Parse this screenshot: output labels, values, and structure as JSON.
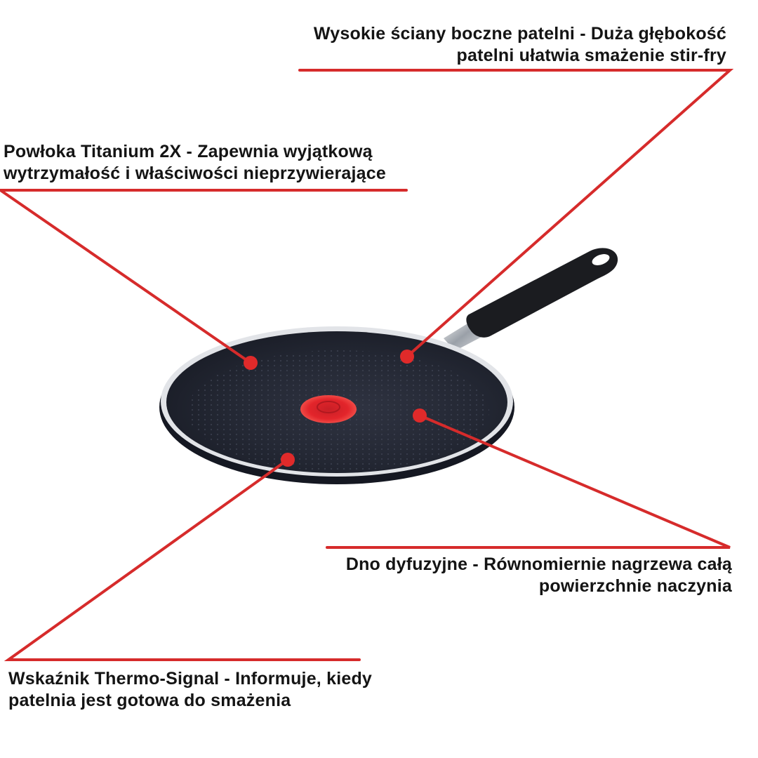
{
  "colors": {
    "leader_line": "#d62b2b",
    "pan_body": "#1d2230",
    "pan_rim": "#e2e4e8",
    "thermo_spot": "#e3252b",
    "handle": "#1b1c20",
    "text": "#141414"
  },
  "callouts": {
    "walls": {
      "line1": "Wysokie ściany boczne patelni - Duża głębokość",
      "line2": "patelni ułatwia smażenie stir-fry"
    },
    "coating": {
      "line1": "Powłoka Titanium 2X - Zapewnia wyjątkową",
      "line2": "wytrzymałość i właściwości nieprzywierające"
    },
    "base": {
      "line1": "Dno dyfuzyjne - Równomiernie nagrzewa całą",
      "line2": "powierzchnie naczynia"
    },
    "thermo": {
      "line1": "Wskaźnik Thermo-Signal - Informuje, kiedy",
      "line2": "patelnia jest gotowa do smażenia"
    }
  },
  "product": {
    "name": "crepe-pan",
    "icons": [
      "frying-pan-icon",
      "thermo-signal-icon",
      "handle-rivet-icon"
    ]
  }
}
